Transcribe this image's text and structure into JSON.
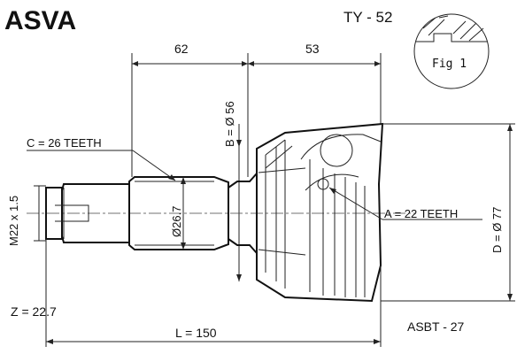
{
  "header": {
    "brand": "ASVA",
    "part_code": "TY - 52"
  },
  "fig": {
    "label": "Fig 1"
  },
  "dimensions": {
    "len_left": "62",
    "len_right": "53",
    "total_length": "L = 150",
    "b_diameter": "B = Ø 56",
    "d_diameter": "D = Ø 77",
    "shaft_diameter": "Ø26.7",
    "thread": "M22 x 1.5",
    "c_teeth": "C = 26 TEETH",
    "a_teeth": "A = 22 TEETH",
    "z_value": "Z = 22.7",
    "asbt": "ASBT - 27"
  },
  "colors": {
    "line": "#222222",
    "text": "#111111",
    "background": "#ffffff"
  }
}
